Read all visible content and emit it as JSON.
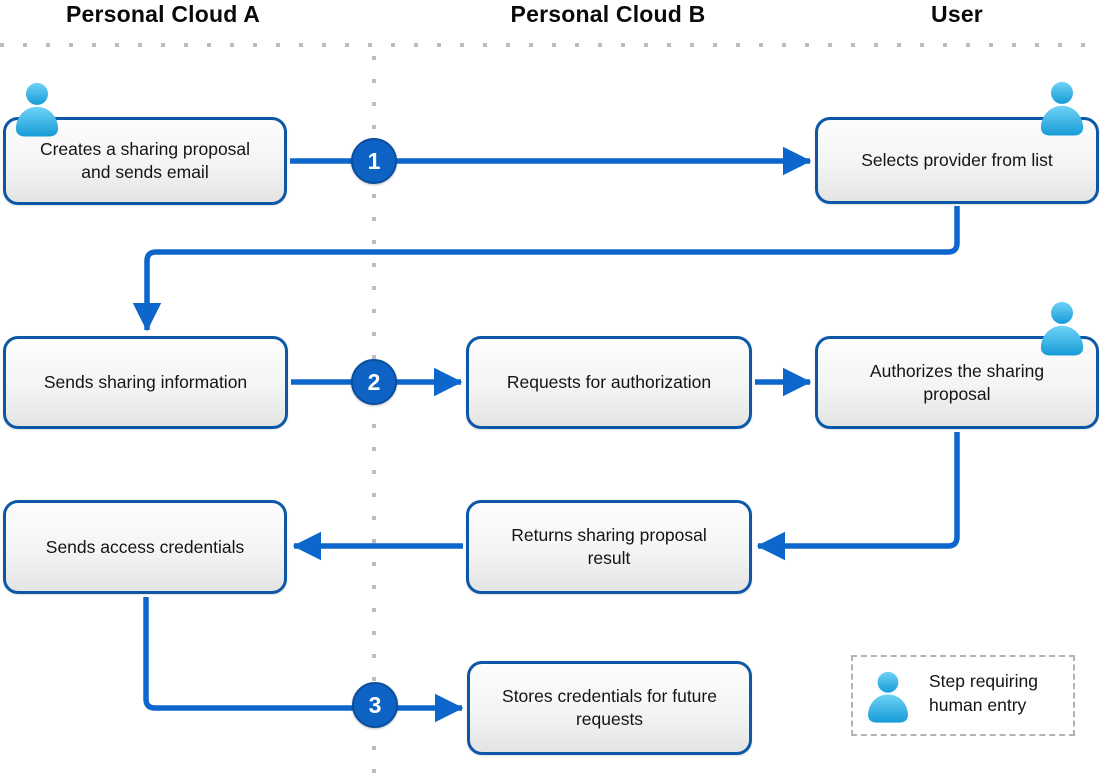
{
  "columns": [
    {
      "label": "Personal Cloud A"
    },
    {
      "label": "Personal Cloud B"
    },
    {
      "label": "User"
    }
  ],
  "nodes": [
    {
      "label": "Creates a sharing proposal and sends email",
      "column": "Personal Cloud A",
      "human_entry": true
    },
    {
      "label": "Selects provider from list",
      "column": "User",
      "human_entry": true
    },
    {
      "label": "Sends sharing information",
      "column": "Personal Cloud A",
      "human_entry": false
    },
    {
      "label": "Requests for authorization",
      "column": "Personal Cloud B",
      "human_entry": false
    },
    {
      "label": "Authorizes the sharing proposal",
      "column": "User",
      "human_entry": true
    },
    {
      "label": "Returns sharing proposal result",
      "column": "Personal Cloud B",
      "human_entry": false
    },
    {
      "label": "Sends access credentials",
      "column": "Personal Cloud A",
      "human_entry": false
    },
    {
      "label": "Stores credentials for future requests",
      "column": "Personal Cloud B",
      "human_entry": false
    }
  ],
  "steps": [
    {
      "number": "1"
    },
    {
      "number": "2"
    },
    {
      "number": "3"
    }
  ],
  "legend": {
    "line1": "Step requiring",
    "line2": "human entry"
  },
  "colors": {
    "arrow": "#0c66cc",
    "node_border": "#0d57a7",
    "step_circle": "#0d62c4",
    "step_circle_border": "#0a4f9e",
    "person_top": "#6fd3f6",
    "person_bottom": "#169bd7",
    "dotted_line": "#bdbdbd",
    "legend_border": "#b3b3b3"
  }
}
